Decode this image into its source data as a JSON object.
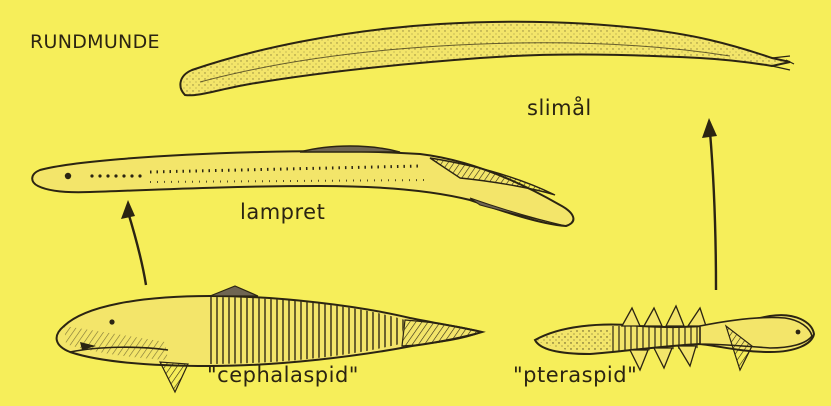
{
  "title": "RUNDMUNDE",
  "labels": {
    "slimaal": "slimål",
    "lamprey": "lampret",
    "cephalaspid": "\"cephalaspid\"",
    "pteraspid": "\"pteraspid\""
  },
  "colors": {
    "background": "#f6ee5a",
    "ink": "#2b2412",
    "fin_shade": "#6f6552"
  }
}
